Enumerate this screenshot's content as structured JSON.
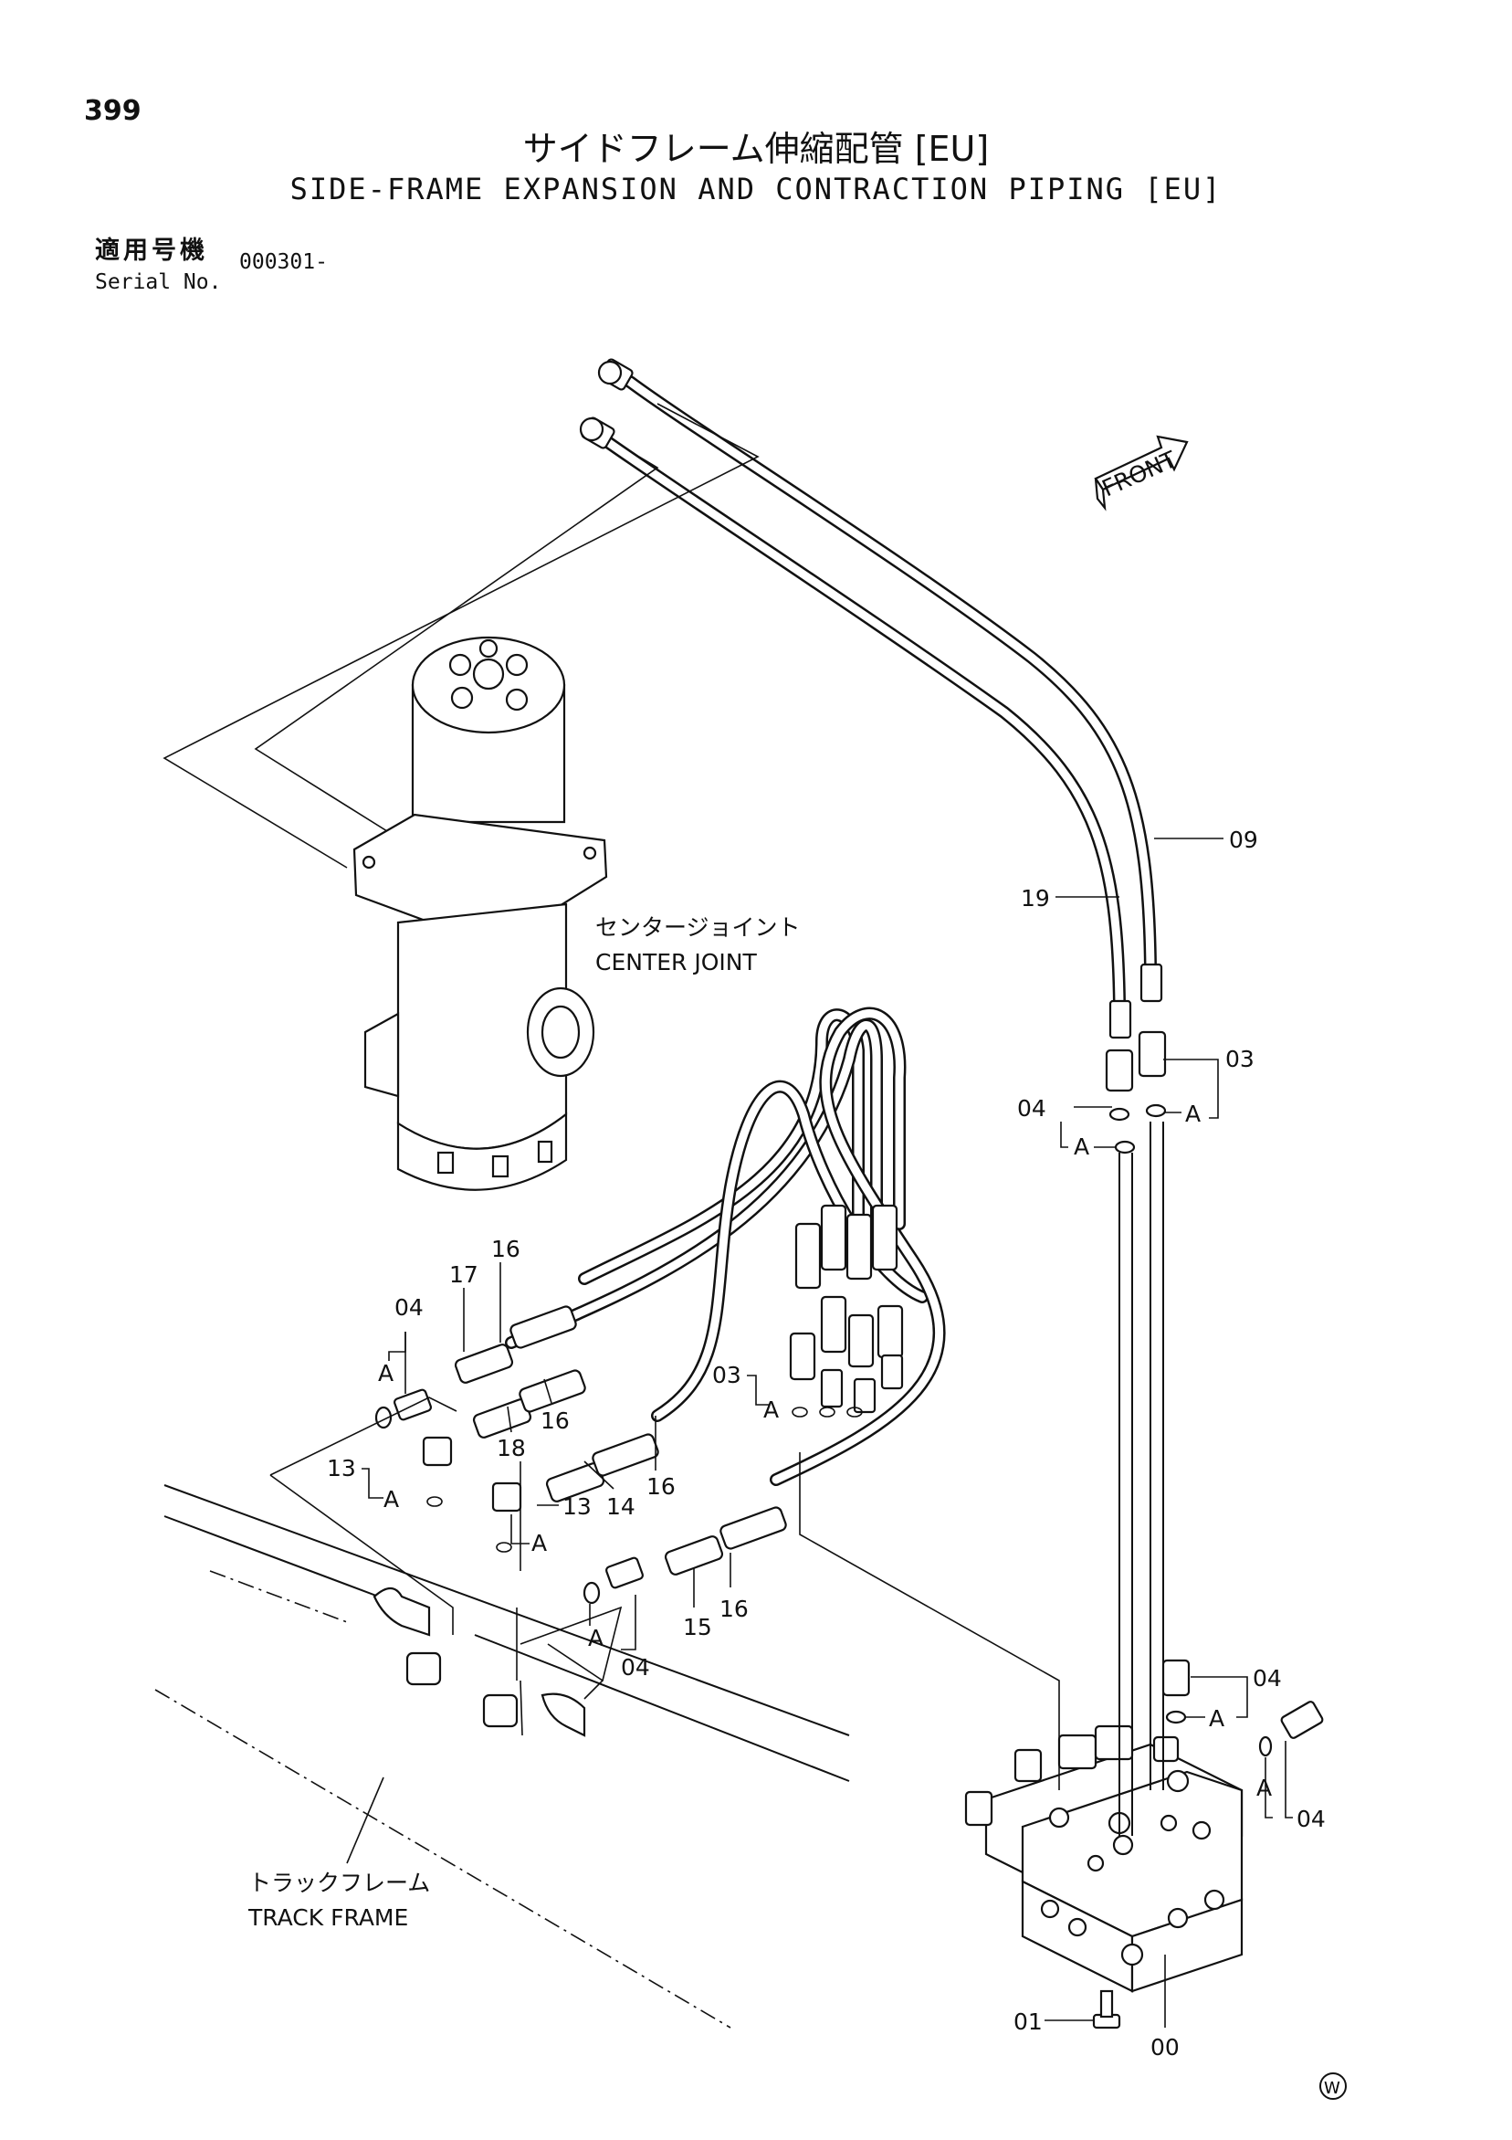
{
  "page": {
    "number": "399",
    "title_jp": "サイドフレーム伸縮配管 [EU]",
    "title_en": "SIDE-FRAME EXPANSION AND CONTRACTION PIPING [EU]",
    "serial_label_jp": "適用号機",
    "serial_label_en": "Serial No.",
    "serial_value": "000301-"
  },
  "labels": {
    "front": "FRONT",
    "center_joint_jp": "センタージョイント",
    "center_joint_en": "CENTER JOINT",
    "track_frame_jp": "トラックフレーム",
    "track_frame_en": "TRACK FRAME",
    "corner_mark": "W"
  },
  "callouts": {
    "p09": "09",
    "p19": "19",
    "p03a": "03",
    "p04a": "04",
    "a1": "A",
    "a2": "A",
    "p16a": "16",
    "p17": "17",
    "p04b": "04",
    "a3": "A",
    "p16b": "16",
    "p18": "18",
    "p03b": "03",
    "a4": "A",
    "p13a": "13",
    "a5": "A",
    "p13b": "13",
    "p14": "14",
    "p16c": "16",
    "a6": "A",
    "p15": "15",
    "p16d": "16",
    "a7": "A",
    "p04c": "04",
    "p04d": "04",
    "a8": "A",
    "p04e": "04",
    "a9": "A",
    "p01": "01",
    "p00": "00"
  }
}
